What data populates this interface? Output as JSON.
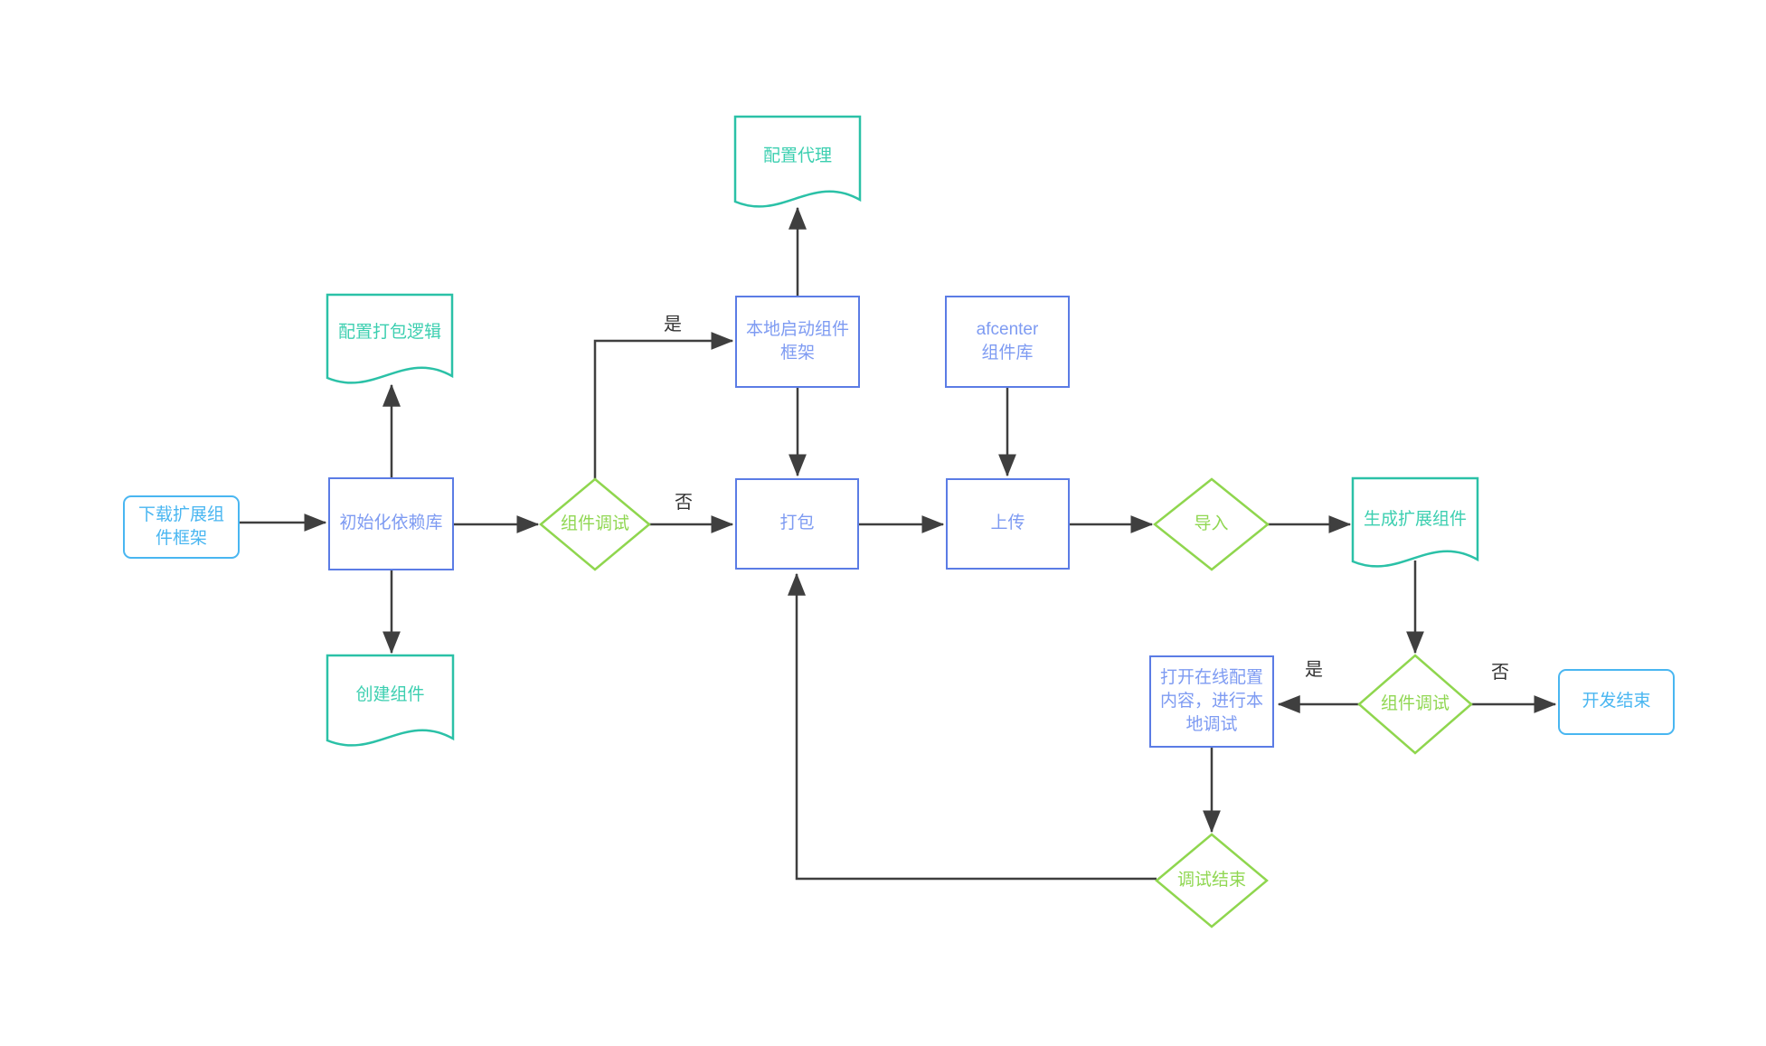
{
  "diagram": {
    "type": "flowchart",
    "background": "#ffffff",
    "nodes": {
      "download_framework": {
        "label": "下载扩展组\n件框架",
        "shape": "rounded-rect"
      },
      "init_deps": {
        "label": "初始化依赖库",
        "shape": "rect"
      },
      "config_packaging": {
        "label": "配置打包逻辑",
        "shape": "document"
      },
      "create_component": {
        "label": "创建组件",
        "shape": "document"
      },
      "component_debug_1": {
        "label": "组件调试",
        "shape": "diamond"
      },
      "local_start_framework": {
        "label": "本地启动组件\n框架",
        "shape": "rect"
      },
      "config_proxy": {
        "label": "配置代理",
        "shape": "document"
      },
      "package": {
        "label": "打包",
        "shape": "rect"
      },
      "afcenter_lib": {
        "label": "afcenter\n组件库",
        "shape": "rect"
      },
      "upload": {
        "label": "上传",
        "shape": "rect"
      },
      "import_decision": {
        "label": "导入",
        "shape": "diamond"
      },
      "generate_extension": {
        "label": "生成扩展组件",
        "shape": "document"
      },
      "component_debug_2": {
        "label": "组件调试",
        "shape": "diamond"
      },
      "open_online_config": {
        "label": "打开在线配置\n内容，进行本\n地调试",
        "shape": "rect"
      },
      "dev_end": {
        "label": "开发结束",
        "shape": "rounded-rect"
      },
      "debug_end": {
        "label": "调试结束",
        "shape": "diamond"
      }
    },
    "edge_labels": {
      "yes_1": "是",
      "no_1": "否",
      "yes_2": "是",
      "no_2": "否"
    },
    "colors": {
      "process_border": "#5b7ce5",
      "process_text": "#7e9bf2",
      "terminal_border": "#49b6f1",
      "terminal_text": "#49b6f1",
      "document_border": "#2bc1a7",
      "document_text": "#3ccfb0",
      "decision_border": "#8fd64e",
      "decision_text": "#90d752",
      "connector": "#3f3f3f",
      "edge_label_text": "#333333"
    }
  }
}
